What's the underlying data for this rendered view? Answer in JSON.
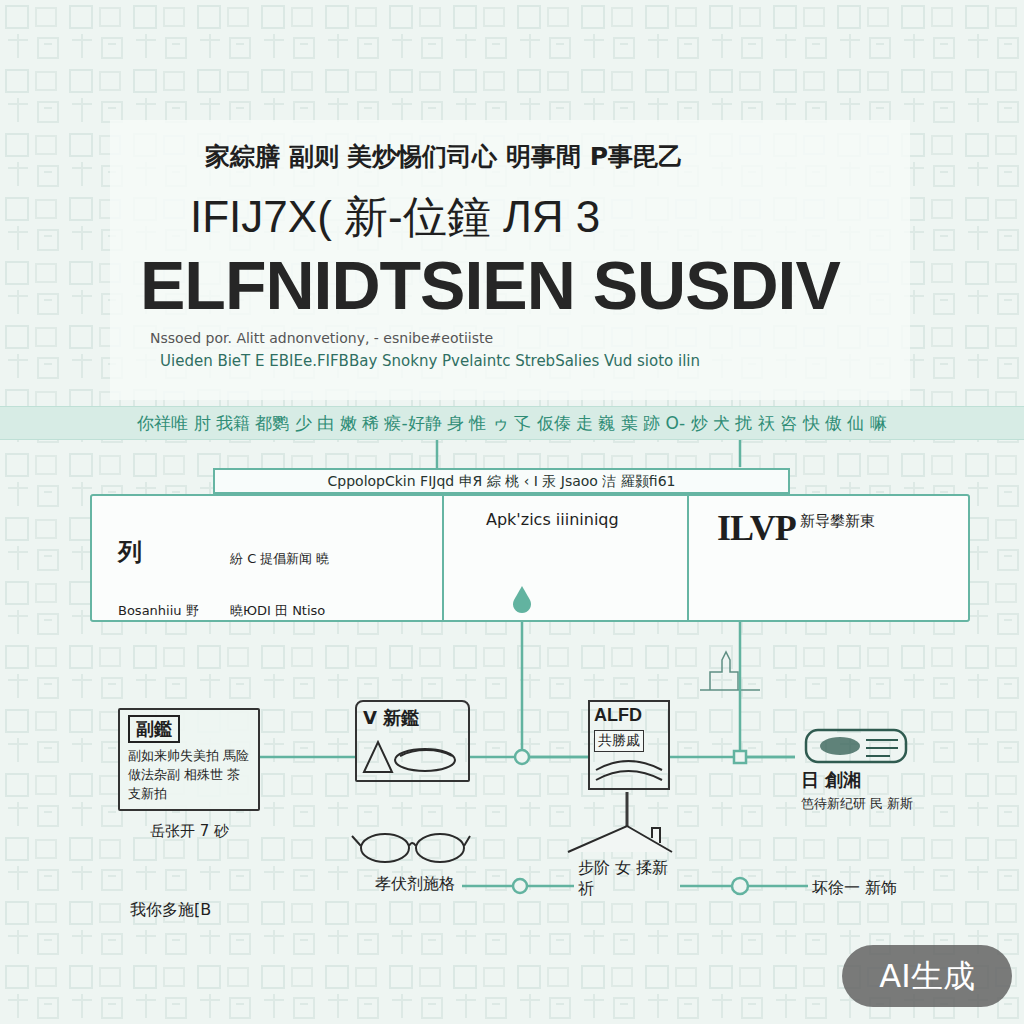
{
  "diagram": {
    "title": "ELFNIDTSIEN SUSDIV",
    "nodes": [
      {
        "text": [
          "你祥唯 肘 我籍 都鹦 少 由 嫩 稀 瘊-好静 身 惟 ゥ 孓 仮傣 走 巍 葉 跡 О- 炒 犬 扰 祆 咨 快 傲 仙 嘛"
        ]
      },
      {
        "text": [
          "CppolopCkin FIJqd 申Я 綜 桃 ‹ I 汞 Jsaoo 洁 羅颢fi61"
        ]
      },
      {
        "text": [
          "列",
          "紛 C 提倡新闻 曉",
          "Bosanhiiu 野",
          "曉ЮDI 田 Ntiso"
        ],
        "in": 1
      },
      {
        "text": [
          "Apk'zics iiininiqg"
        ],
        "in": 1
      },
      {
        "text": [
          "ILVP",
          "新导攀新東"
        ],
        "in": 1
      },
      {
        "text": [
          "副鑑",
          "副如来帅失美拍 馬险做法杂副 相殊世 茶 支新拍"
        ]
      },
      {
        "text": [
          "V 新鑑"
        ]
      },
      {
        "text": [
          "ALFD",
          "共勝戚"
        ]
      },
      {
        "text": [
          "日 創湘",
          "笆待新纪研 民 新斯"
        ]
      }
    ],
    "edges": [
      {
        "from": 0,
        "to": 1,
        "arrow": "none"
      },
      {
        "from": 3,
        "to": 7,
        "arrow": "none"
      },
      {
        "from": 4,
        "to": 8,
        "arrow": "none"
      },
      {
        "from": 5,
        "to": 6,
        "arrow": "none"
      },
      {
        "from": 6,
        "to": 7,
        "arrow": "none"
      },
      {
        "from": 7,
        "to": 8,
        "arrow": "none"
      }
    ],
    "labels": [
      "家綜膳 副则 美炒惕们司心 明事間 P事毘乙",
      "IFIJ7X( 新-位鐘 ЛЯ 3",
      "Nssoed por. Alitt adnonvetiony, - esnibe#eotiiste",
      "Uieden BieT E EBIEe.FIFBBay Snokny Pvelaintc StrebSalies Vud sioto ilin",
      "岳张开 7 砂",
      "我你多施[B",
      "孝伏剂施格",
      "步阶 女 揉新祈",
      "坏徐一 新饰",
      "AI生成"
    ]
  }
}
